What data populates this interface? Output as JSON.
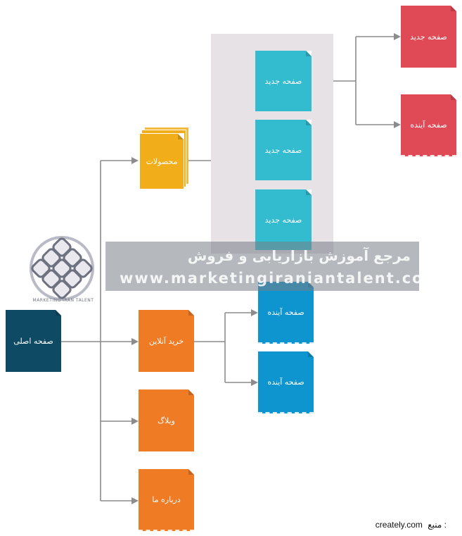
{
  "colors": {
    "home": "#0e4a63",
    "products": "#f2ad1b",
    "orange": "#f07b25",
    "teal": "#33bccf",
    "blue": "#0e95cf",
    "red": "#e04a57",
    "line": "#8c8c8c",
    "panel": "#e6e2e6"
  },
  "nodes": {
    "home": "صفحه اصلی",
    "products": "محصولات",
    "shop": "خرید آنلاین",
    "blog": "وبلاگ",
    "about": "درباره ما",
    "new_page_1": "صفحه جدید",
    "new_page_2": "صفحه جدید",
    "new_page_3": "صفحه جدید",
    "red_new": "صفحه جدید",
    "red_future": "صفحه آینده",
    "blue_future_1": "صفحه آینده",
    "blue_future_2": "صفحه آینده"
  },
  "watermark": {
    "title": "مرجع آموزش بازاریابی و فروش",
    "url": "www.marketingiraniantalent.com",
    "logo_text": "MARKETING IRAN TALENT",
    "logo_icon": "diamond-grid-logo-icon"
  },
  "source": {
    "label": "منبع :",
    "value": "creately.com"
  }
}
